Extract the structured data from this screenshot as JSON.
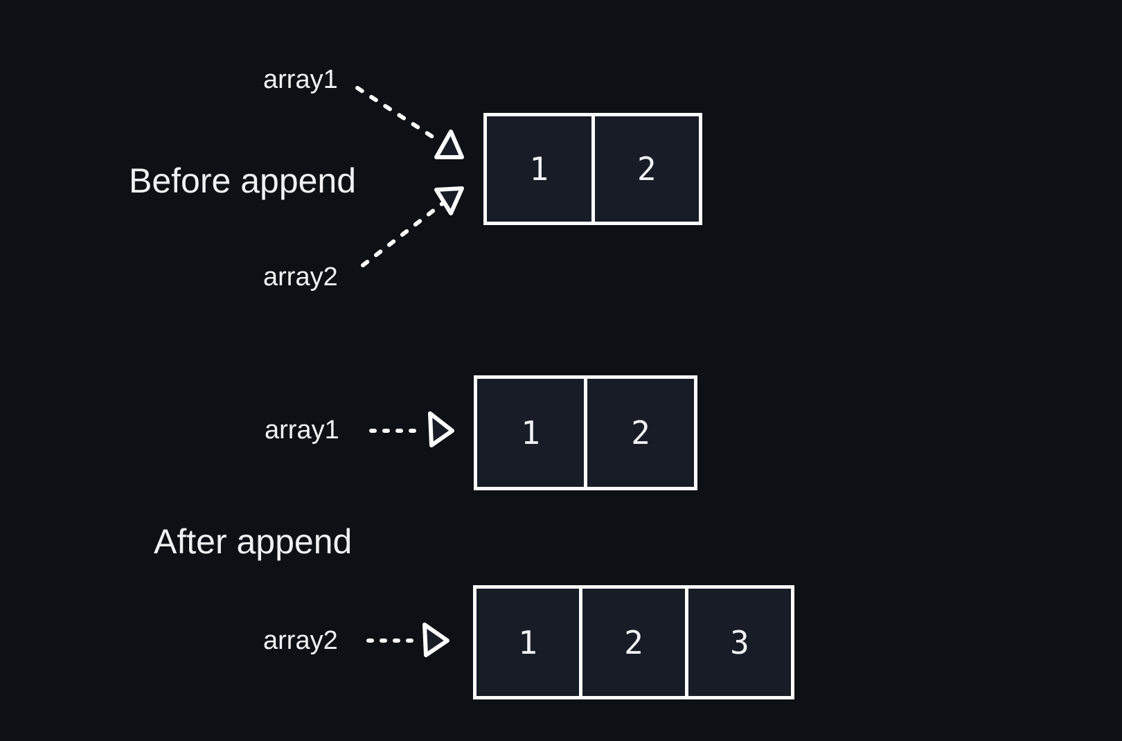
{
  "colors": {
    "background": "#0d1014",
    "cell_fill": "#171c26",
    "stroke": "#fafbfc",
    "text": "#eff1f4"
  },
  "icons": {
    "arrowhead_up": "hollow-triangle-up",
    "arrowhead_down": "hollow-triangle-down",
    "arrowhead_right": "hollow-triangle-right"
  },
  "before": {
    "section_label": "Before append",
    "pointer1_label": "array1",
    "pointer2_label": "array2",
    "array_cells": [
      "1",
      "2"
    ]
  },
  "after": {
    "section_label": "After append",
    "pointer1_label": "array1",
    "pointer2_label": "array2",
    "array1_cells": [
      "1",
      "2"
    ],
    "array2_cells": [
      "1",
      "2",
      "3"
    ]
  }
}
